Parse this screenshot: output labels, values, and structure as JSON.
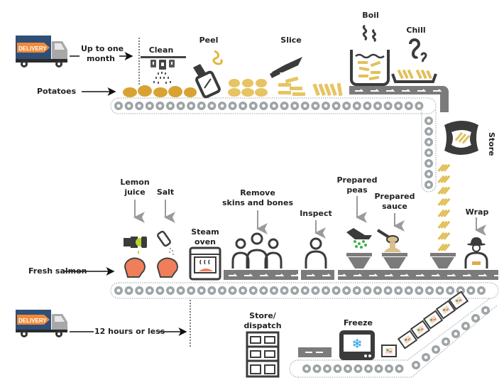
{
  "title": "Ready meal production process",
  "colors": {
    "truck_body": "#2f4f77",
    "truck_arrow": "#f08a3a",
    "truck_cab": "#9a9a9a",
    "roller": "#9ea3a6",
    "conveyor": "#7b7b7b",
    "potato": "#d9a232",
    "chip": "#e2c05a",
    "icon_dark": "#3b3b3b",
    "salmon": "#f07e5a",
    "lemon": "#b6d32a",
    "peas": "#3cb34a",
    "sauce": "#d9bf8e",
    "snowflake": "#1e9be0",
    "arrow_grey": "#9a9a9a"
  },
  "delivery_label": "DELIVERY",
  "potato_line": {
    "input_label": "Potatoes",
    "delivery_time": "Up to one month",
    "delivery_time_line1": "Up to one",
    "delivery_time_line2": "month",
    "steps": [
      {
        "id": "clean",
        "label": "Clean"
      },
      {
        "id": "peel",
        "label": "Peel"
      },
      {
        "id": "slice",
        "label": "Slice"
      },
      {
        "id": "boil",
        "label": "Boil"
      },
      {
        "id": "chill",
        "label": "Chill"
      },
      {
        "id": "store",
        "label": "Store"
      }
    ]
  },
  "salmon_line": {
    "input_label": "Fresh salmon",
    "delivery_time": "12 hours or less",
    "steps": [
      {
        "id": "lemon-juice",
        "label": "Lemon juice",
        "line1": "Lemon",
        "line2": "juice"
      },
      {
        "id": "salt",
        "label": "Salt"
      },
      {
        "id": "steam-oven",
        "label": "Steam oven",
        "line1": "Steam",
        "line2": "oven"
      },
      {
        "id": "remove-skins",
        "label": "Remove skins and bones",
        "line1": "Remove",
        "line2": "skins and bones"
      },
      {
        "id": "inspect",
        "label": "Inspect"
      },
      {
        "id": "prepared-peas",
        "label": "Prepared peas",
        "line1": "Prepared",
        "line2": "peas"
      },
      {
        "id": "prepared-sauce",
        "label": "Prepared sauce",
        "line1": "Prepared",
        "line2": "sauce"
      },
      {
        "id": "wrap",
        "label": "Wrap"
      }
    ]
  },
  "final_line": {
    "steps": [
      {
        "id": "freeze",
        "label": "Freeze"
      },
      {
        "id": "store-dispatch",
        "label": "Store/ dispatch",
        "line1": "Store/",
        "line2": "dispatch"
      }
    ]
  }
}
